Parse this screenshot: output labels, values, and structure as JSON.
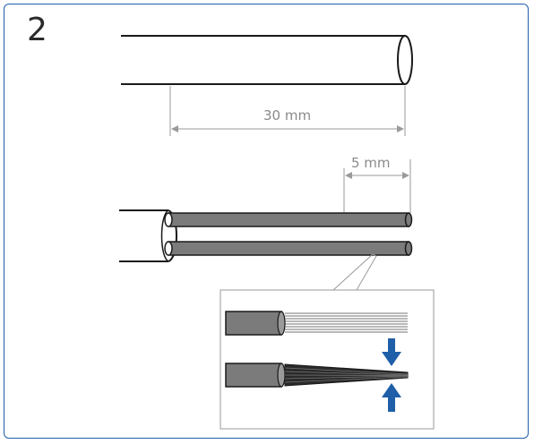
{
  "step": {
    "number": "2"
  },
  "dimensions": {
    "strip_length": "30 mm",
    "inner_strip_length": "5 mm"
  },
  "colors": {
    "frame": "#1f5ea8",
    "arrow": "#1f5ea8",
    "wire": "#7b7b7b",
    "line": "#1a1a1a",
    "dim": "#9a9a9a"
  },
  "icons": [
    "arrow-down-icon",
    "arrow-up-icon"
  ]
}
